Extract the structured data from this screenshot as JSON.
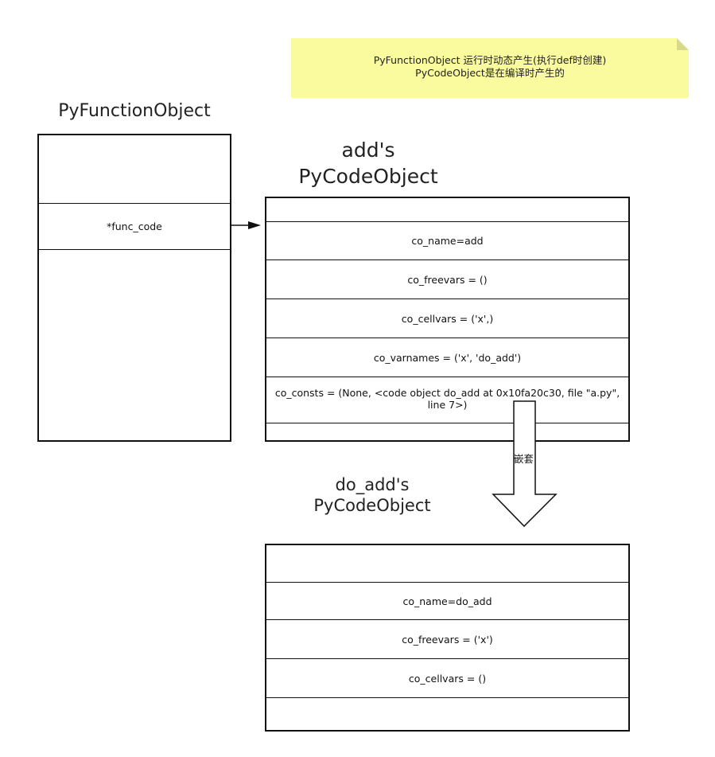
{
  "note": {
    "line1": "PyFunctionObject 运行时动态产生(执行def时创建)",
    "line2": "PyCodeObject是在编译时产生的",
    "fill": "#fafa9e",
    "fold": "#d9d98c"
  },
  "func_object": {
    "title": "PyFunctionObject",
    "rows": [
      "",
      "*func_code",
      ""
    ]
  },
  "add_code": {
    "title_line1": "add's",
    "title_line2": "PyCodeObject",
    "rows": [
      "",
      "co_name=add",
      "co_freevars = ()",
      "co_cellvars = ('x',)",
      "co_varnames = ('x', 'do_add')",
      "co_consts = (None, <code object do_add at 0x10fa20c30, file \"a.py\", line 7>)",
      ""
    ]
  },
  "nest_arrow": {
    "label": "嵌套"
  },
  "do_add_code": {
    "title_line1": "do_add's",
    "title_line2": "PyCodeObject",
    "rows": [
      "",
      "co_name=do_add",
      "co_freevars = ('x')",
      "co_cellvars = ()",
      ""
    ]
  }
}
